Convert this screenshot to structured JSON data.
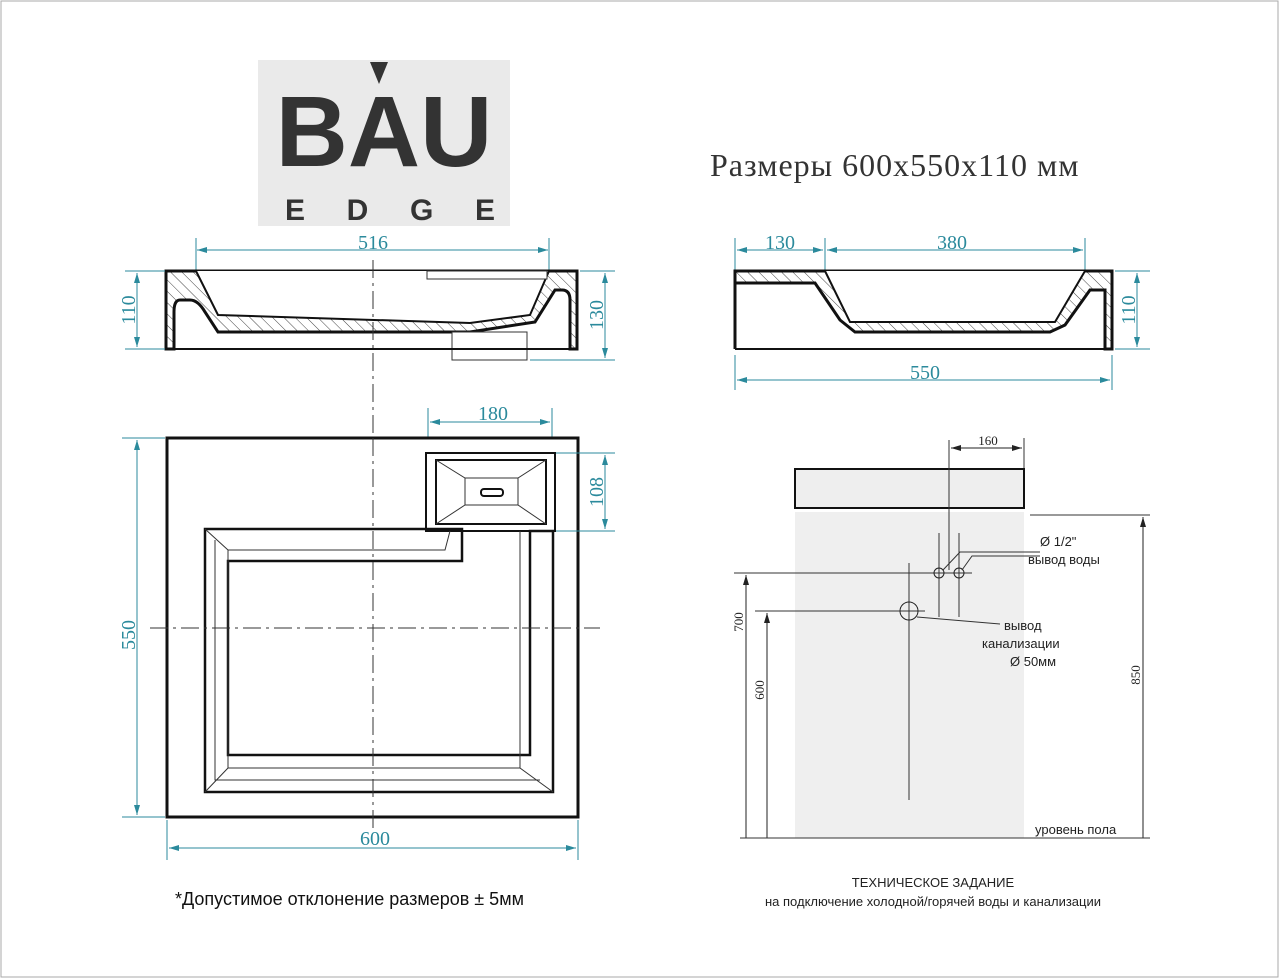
{
  "logo": {
    "brand": "BAU",
    "sub": "EDGE"
  },
  "title": "Размеры 600x550x110 мм",
  "front_section": {
    "width_dim": "516",
    "height_left": "110",
    "height_right": "130"
  },
  "side_section": {
    "dim_left": "130",
    "dim_bowl": "380",
    "height": "110",
    "width": "550"
  },
  "plan": {
    "soap_width": "180",
    "soap_depth": "108",
    "depth": "550",
    "width": "600"
  },
  "tolerance_note": "*Допустимое отклонение размеров ± 5мм",
  "tech": {
    "offset": "160",
    "water_diameter": "Ø 1/2\"",
    "water_label": "вывод воды",
    "drain_label_1": "вывод",
    "drain_label_2": "канализации",
    "drain_diameter": "Ø 50мм",
    "h700": "700",
    "h600": "600",
    "h850": "850",
    "floor": "уровень пола",
    "heading": "ТЕХНИЧЕСКОЕ ЗАДАНИЕ",
    "subheading": "на подключение холодной/горячей воды и канализации"
  },
  "colors": {
    "dimension": "#2b8a9c",
    "logo": "#333333"
  }
}
